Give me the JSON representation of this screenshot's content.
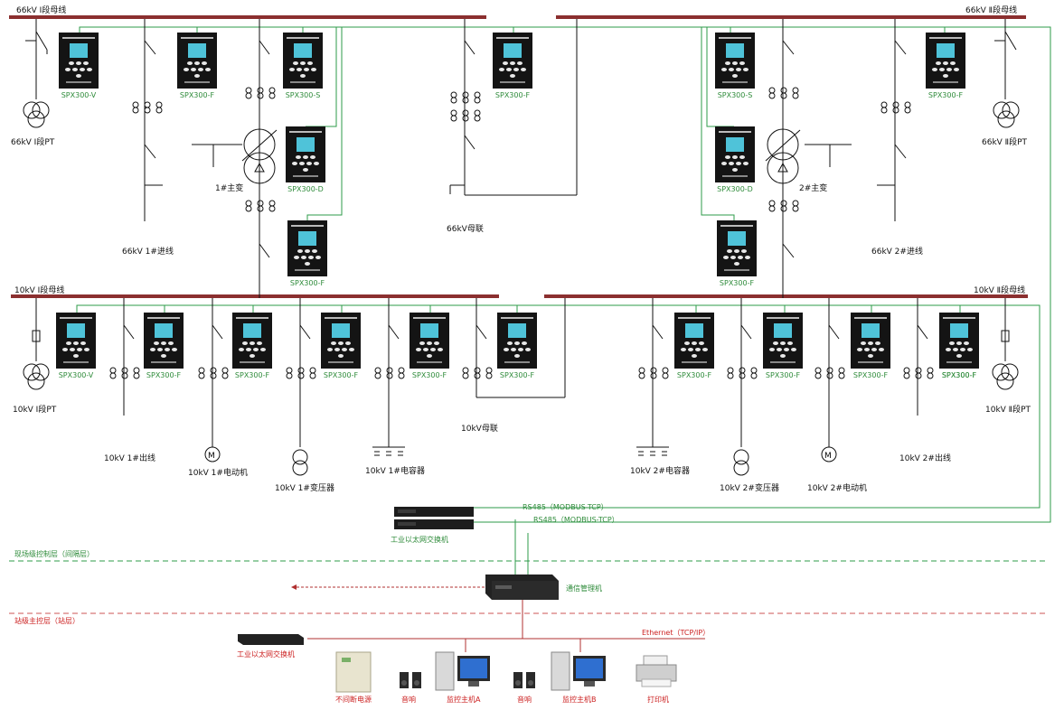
{
  "colors": {
    "bus": "#8b2f2f",
    "comm": "#2e9b4a",
    "relay_body": "#141414",
    "relay_screen": "#4fc3d9",
    "label_green": "#2e8b3a",
    "label_red": "#cc2222"
  },
  "buses": {
    "hv1": "66kV Ⅰ段母线",
    "hv2": "66kV Ⅱ段母线",
    "lv1": "10kV Ⅰ段母线",
    "lv2": "10kV Ⅱ段母线"
  },
  "relay_models": {
    "v": "SPX300-V",
    "f": "SPX300-F",
    "s": "SPX300-S",
    "d": "SPX300-D"
  },
  "labels": {
    "hv1_pt": "66kV Ⅰ段PT",
    "hv2_pt": "66kV Ⅱ段PT",
    "incoming1": "66kV 1#进线",
    "incoming2": "66kV 2#进线",
    "transformer1": "1#主变",
    "transformer2": "2#主变",
    "hv_tie": "66kV母联",
    "lv1_pt": "10kV Ⅰ段PT",
    "lv2_pt": "10kV Ⅱ段PT",
    "lv_tie": "10kV母联",
    "out1": "10kV 1#出线",
    "motor1": "10kV 1#电动机",
    "trans1": "10kV 1#变压器",
    "cap1": "10kV 1#电容器",
    "cap2": "10kV 2#电容器",
    "trans2": "10kV 2#变压器",
    "motor2": "10kV 2#电动机",
    "out2": "10kV 2#出线"
  },
  "network": {
    "rs485_1": "RS485（MODBUS-TCP）",
    "rs485_2": "RS485（MODBUS-TCP）",
    "switch_top": "工业以太网交换机",
    "field_layer": "现场级控制层（间隔层）",
    "comm_manager": "通信管理机",
    "station_layer": "站级主控层（站层）",
    "ethernet": "Ethernet（TCP/IP）",
    "switch_bottom": "工业以太网交换机"
  },
  "devices": {
    "ups": "不间断电源",
    "speaker1": "音响",
    "host_a": "监控主机A",
    "speaker2": "音响",
    "host_b": "监控主机B",
    "printer": "打印机"
  },
  "relays": [
    {
      "key": "v",
      "name": "relay-hv1-pt"
    },
    {
      "key": "f",
      "name": "relay-hv-incoming1"
    },
    {
      "key": "s",
      "name": "relay-transformer1-main"
    },
    {
      "key": "f",
      "name": "relay-hv-tie"
    },
    {
      "key": "d",
      "name": "relay-transformer1-diff"
    },
    {
      "key": "f",
      "name": "relay-transformer1-low"
    },
    {
      "key": "s",
      "name": "relay-transformer2-main"
    },
    {
      "key": "f",
      "name": "relay-hv-incoming2"
    },
    {
      "key": "d",
      "name": "relay-transformer2-diff"
    },
    {
      "key": "f",
      "name": "relay-transformer2-low"
    },
    {
      "key": "v",
      "name": "relay-lv1-pt"
    },
    {
      "key": "f",
      "name": "relay-lv1-out"
    },
    {
      "key": "f",
      "name": "relay-lv1-motor"
    },
    {
      "key": "f",
      "name": "relay-lv1-trans"
    },
    {
      "key": "f",
      "name": "relay-lv1-cap"
    },
    {
      "key": "f",
      "name": "relay-lv-tie"
    },
    {
      "key": "f",
      "name": "relay-lv2-cap"
    },
    {
      "key": "f",
      "name": "relay-lv2-trans"
    },
    {
      "key": "f",
      "name": "relay-lv2-motor"
    },
    {
      "key": "f",
      "name": "relay-lv2-out"
    },
    {
      "key": "f",
      "name": "relay-lv2-pt"
    }
  ]
}
